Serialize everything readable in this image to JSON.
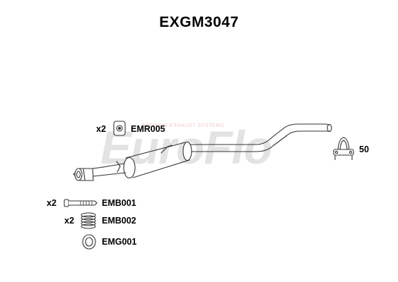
{
  "title": "EXGM3047",
  "watermark": {
    "brand": "EuroFlo",
    "tagline": "PREMIUM EXHAUST SYSTEMS",
    "color": "#dcdcdc",
    "accent": "#f2c9c9"
  },
  "parts": {
    "rubber_mount": {
      "qty": "x2",
      "code": "EMR005",
      "icon": "rubber-mount-icon"
    },
    "clamp": {
      "qty": "50",
      "icon": "u-clamp-icon"
    },
    "bolt": {
      "qty": "x2",
      "code": "EMB001",
      "icon": "bolt-icon"
    },
    "spring": {
      "qty": "x2",
      "code": "EMB002",
      "icon": "spring-icon"
    },
    "gasket": {
      "code": "EMG001",
      "icon": "gasket-ring-icon"
    }
  },
  "main_part": {
    "icon": "exhaust-silencer-icon"
  }
}
